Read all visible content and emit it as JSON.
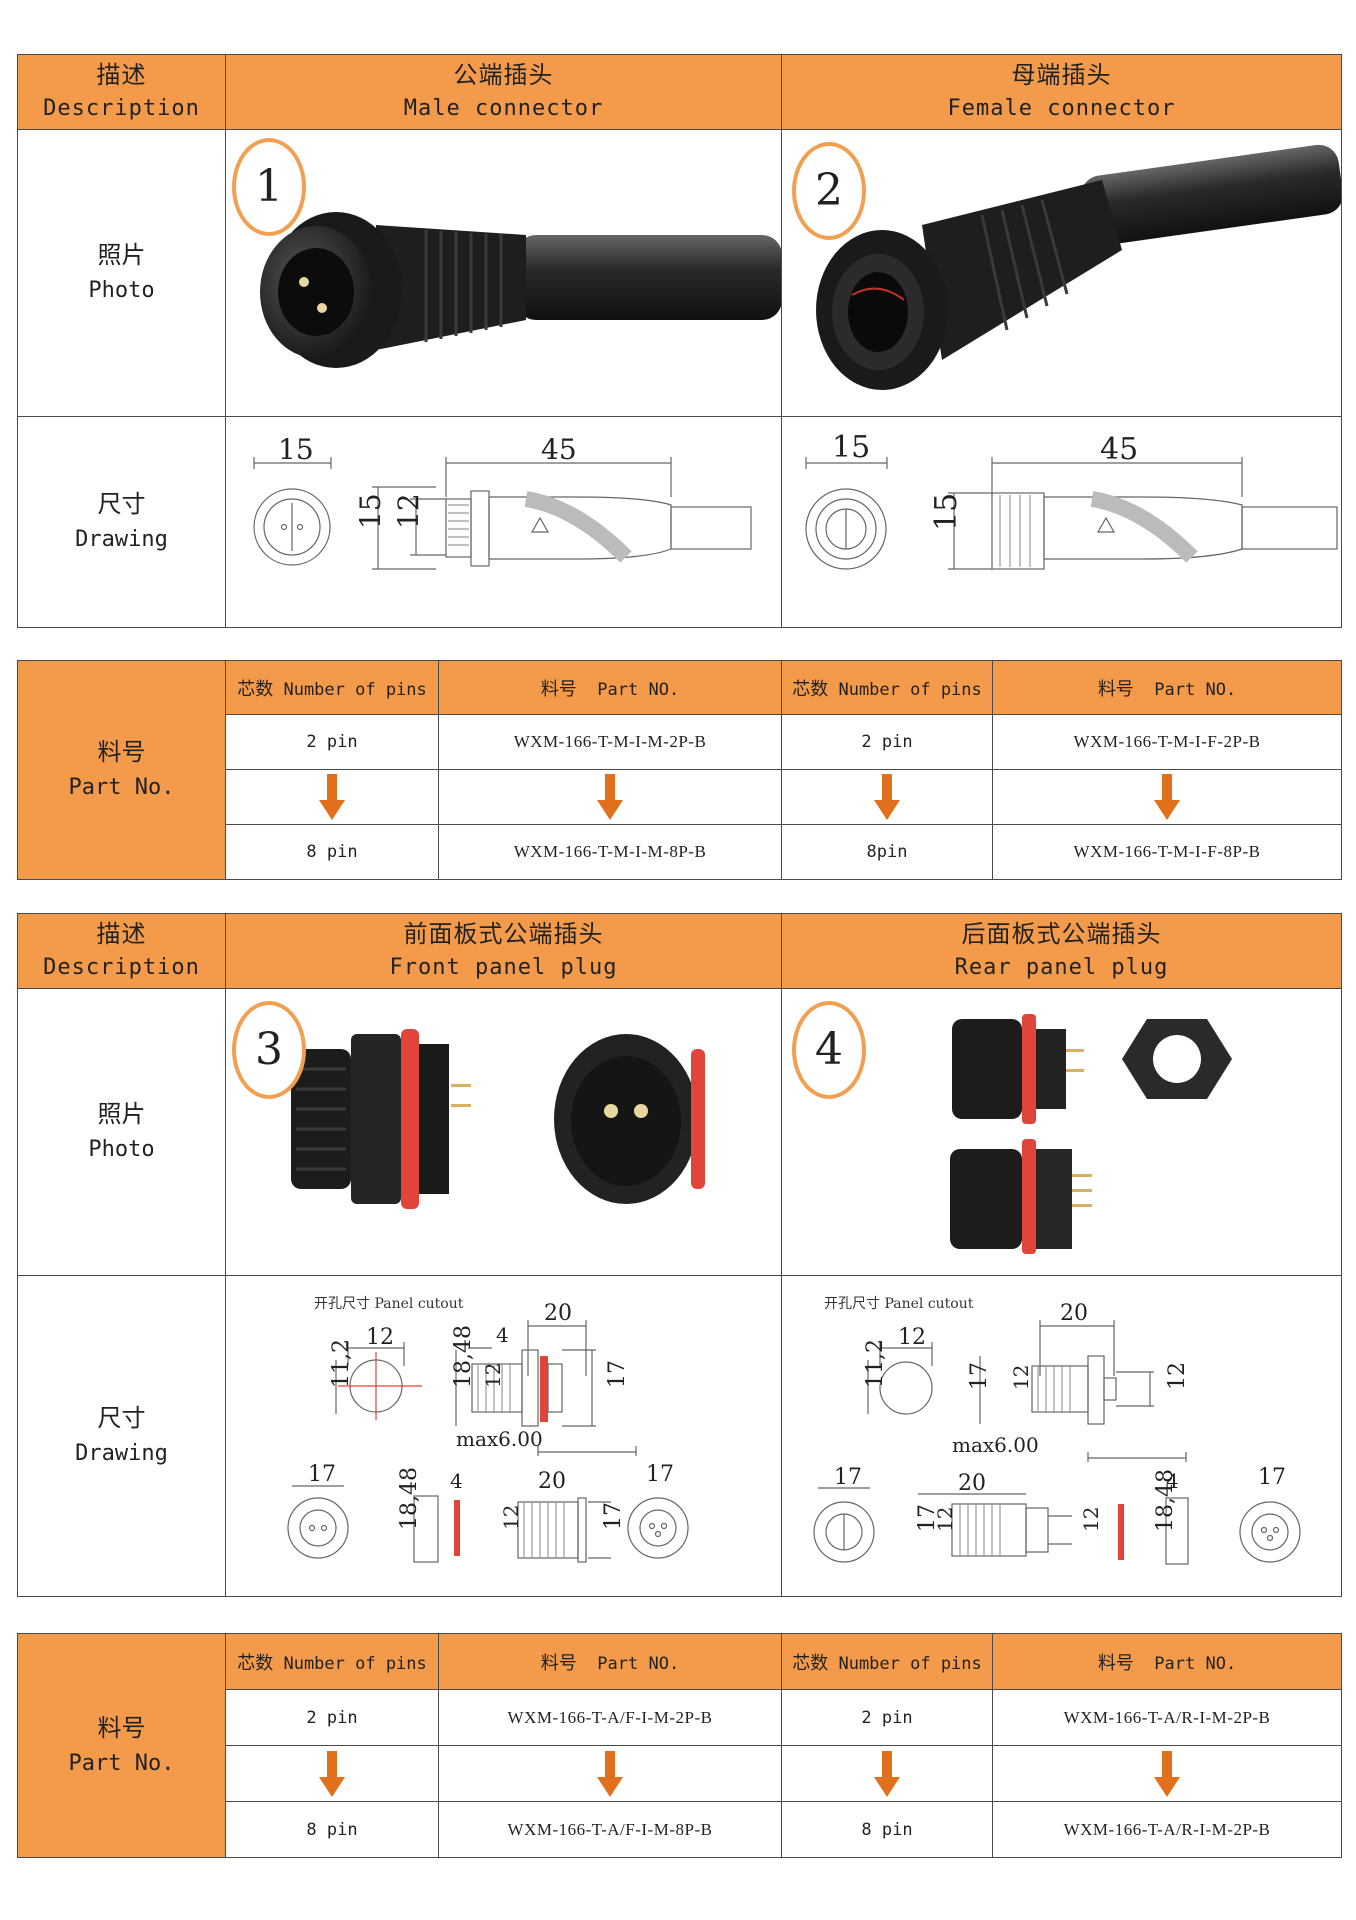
{
  "section1": {
    "header": {
      "desc_cn": "描述",
      "desc_en": "Description",
      "col1_cn": "公端插头",
      "col1_en": "Male connector",
      "col2_cn": "母端插头",
      "col2_en": "Female connector"
    },
    "photo_label_cn": "照片",
    "photo_label_en": "Photo",
    "drawing_label_cn": "尺寸",
    "drawing_label_en": "Drawing",
    "badge1": "1",
    "badge2": "2",
    "male_dims": {
      "d1": "15",
      "d2": "45",
      "d3": "15",
      "d4": "12"
    },
    "female_dims": {
      "d1": "15",
      "d2": "45",
      "d3": "15"
    }
  },
  "parts1": {
    "label_cn": "料号",
    "label_en": "Part No.",
    "pins_cn": "芯数",
    "pins_en": "Number of pins",
    "part_cn": "料号",
    "part_en": "Part NO.",
    "rows": [
      {
        "pins_a": "2 pin",
        "part_a": "WXM-166-T-M-I-M-2P-B",
        "pins_b": "2 pin",
        "part_b": "WXM-166-T-M-I-F-2P-B"
      },
      {
        "pins_a": "8 pin",
        "part_a": "WXM-166-T-M-I-M-8P-B",
        "pins_b": "8pin",
        "part_b": "WXM-166-T-M-I-F-8P-B"
      }
    ]
  },
  "section2": {
    "header": {
      "desc_cn": "描述",
      "desc_en": "Description",
      "col1_cn": "前面板式公端插头",
      "col1_en": "Front panel plug",
      "col2_cn": "后面板式公端插头",
      "col2_en": "Rear panel plug"
    },
    "photo_label_cn": "照片",
    "photo_label_en": "Photo",
    "drawing_label_cn": "尺寸",
    "drawing_label_en": "Drawing",
    "badge3": "3",
    "badge4": "4",
    "cutout_cn": "开孔尺寸",
    "cutout_en": "Panel cutout",
    "front_dims": {
      "c_w": "12",
      "c_h": "11,2",
      "a": "4",
      "b": "20",
      "c": "18,48",
      "d": "12",
      "e": "17",
      "max": "max6.00",
      "f": "17",
      "g": "18,48",
      "h": "4",
      "i": "20",
      "j": "12",
      "k": "17",
      "l": "17"
    },
    "rear_dims": {
      "c_w": "12",
      "c_h": "11,2",
      "b": "20",
      "c": "17",
      "d": "12",
      "e": "12",
      "max": "max6.00",
      "f": "17",
      "g": "20",
      "h": "17",
      "i": "12",
      "j": "12",
      "k": "4",
      "l": "18,48",
      "m": "17"
    }
  },
  "parts2": {
    "label_cn": "料号",
    "label_en": "Part No.",
    "pins_cn": "芯数",
    "pins_en": "Number of pins",
    "part_cn": "料号",
    "part_en": "Part NO.",
    "rows": [
      {
        "pins_a": "2 pin",
        "part_a": "WXM-166-T-A/F-I-M-2P-B",
        "pins_b": "2 pin",
        "part_b": "WXM-166-T-A/R-I-M-2P-B"
      },
      {
        "pins_a": "8 pin",
        "part_a": "WXM-166-T-A/F-I-M-8P-B",
        "pins_b": "8 pin",
        "part_b": "WXM-166-T-A/R-I-M-2P-B"
      }
    ]
  },
  "colors": {
    "header_orange": "#f39b4a",
    "arrow_orange": "#e0701b",
    "badge_ring": "#f0a050",
    "seal_red": "#e0443a"
  }
}
